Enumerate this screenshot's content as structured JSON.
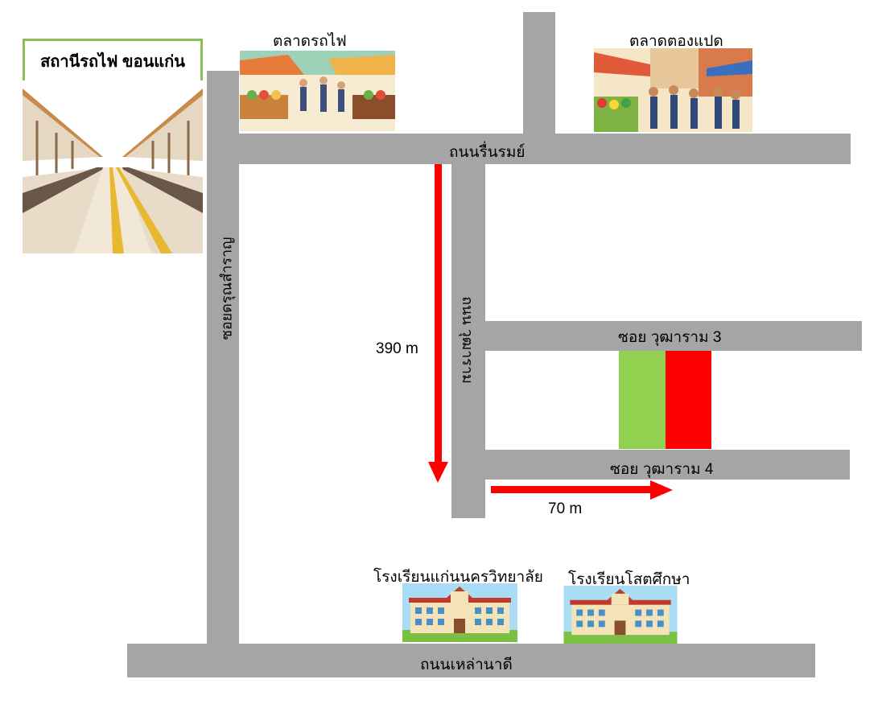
{
  "landmarks": {
    "station": "สถานีรถไฟ ขอนแก่น",
    "train_market": "ตลาดรถไฟ",
    "tongpaed_market": "ตลาดตองแปด",
    "school_1": "โรงเรียนแก่นนครวิทยาลัย",
    "school_2": "โรงเรียนโสตศึกษา"
  },
  "roads": {
    "rinrom": "ถนนรื่นรมย์",
    "soi_darun": "ซอยดรุณสำราญ",
    "wuttharam": "ถนน วุฒาราม",
    "soi_3": "ซอย วุฒาราม 3",
    "soi_4": "ซอย วุฒาราม 4",
    "laonadee": "ถนนเหล่านาดี"
  },
  "distances": {
    "vertical": "390  m",
    "horizontal": "70 m"
  },
  "colors": {
    "road": "#a5a5a5",
    "arrow": "#ff0000",
    "plot_green": "#92d050",
    "plot_red": "#ff0000",
    "station_border": "#8cbf58"
  }
}
